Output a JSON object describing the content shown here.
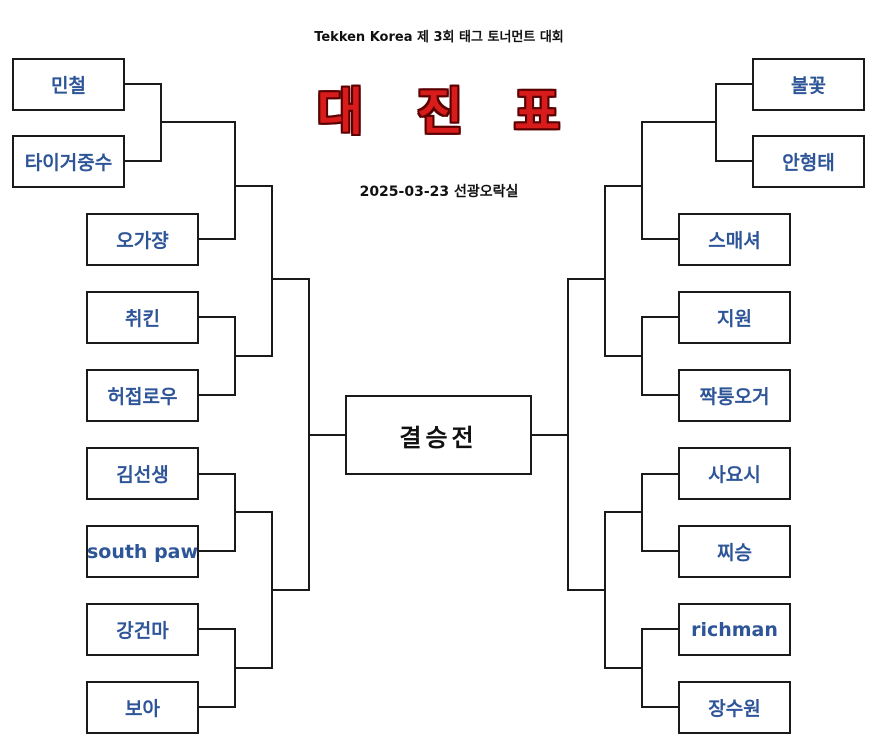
{
  "header": {
    "event_title": "Tekken Korea 제 3회 태그 토너먼트 대회",
    "main_title_chars": [
      "대",
      "진",
      "표"
    ],
    "date_venue": "2025-03-23 선광오락실"
  },
  "final_label": "결승전",
  "left_bracket": [
    "민철",
    "타이거중수",
    "오가쟝",
    "취킨",
    "허접로우",
    "김선생",
    "south paw",
    "강건마",
    "보아"
  ],
  "right_bracket": [
    "불꽃",
    "안형태",
    "스매셔",
    "지원",
    "짝퉁오거",
    "사요시",
    "찌승",
    "richman",
    "장수원"
  ],
  "colors": {
    "name_text": "#2e5597",
    "title_red": "#d81c1c"
  }
}
